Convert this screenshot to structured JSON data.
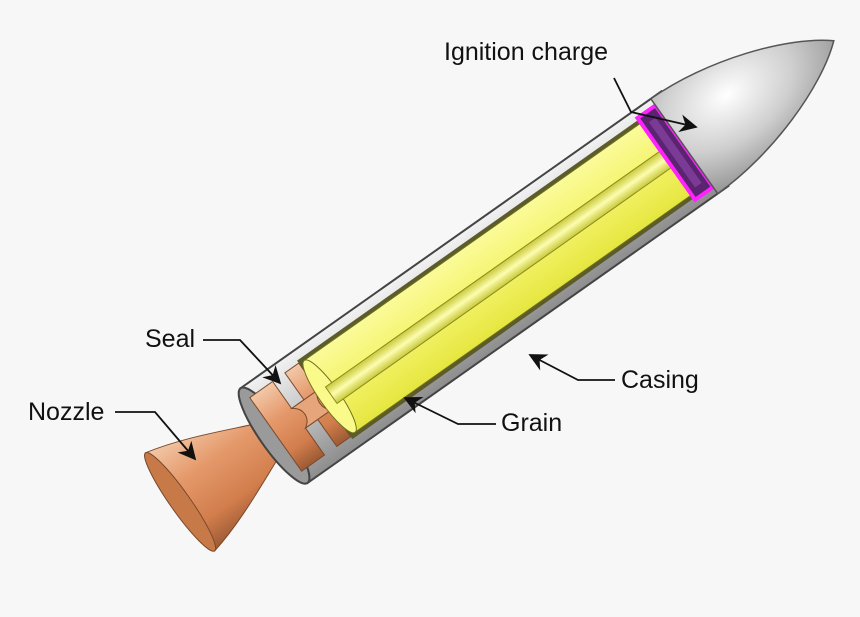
{
  "labels": {
    "ignition_charge": "Ignition charge",
    "seal": "Seal",
    "nozzle": "Nozzle",
    "casing": "Casing",
    "grain": "Grain"
  }
}
